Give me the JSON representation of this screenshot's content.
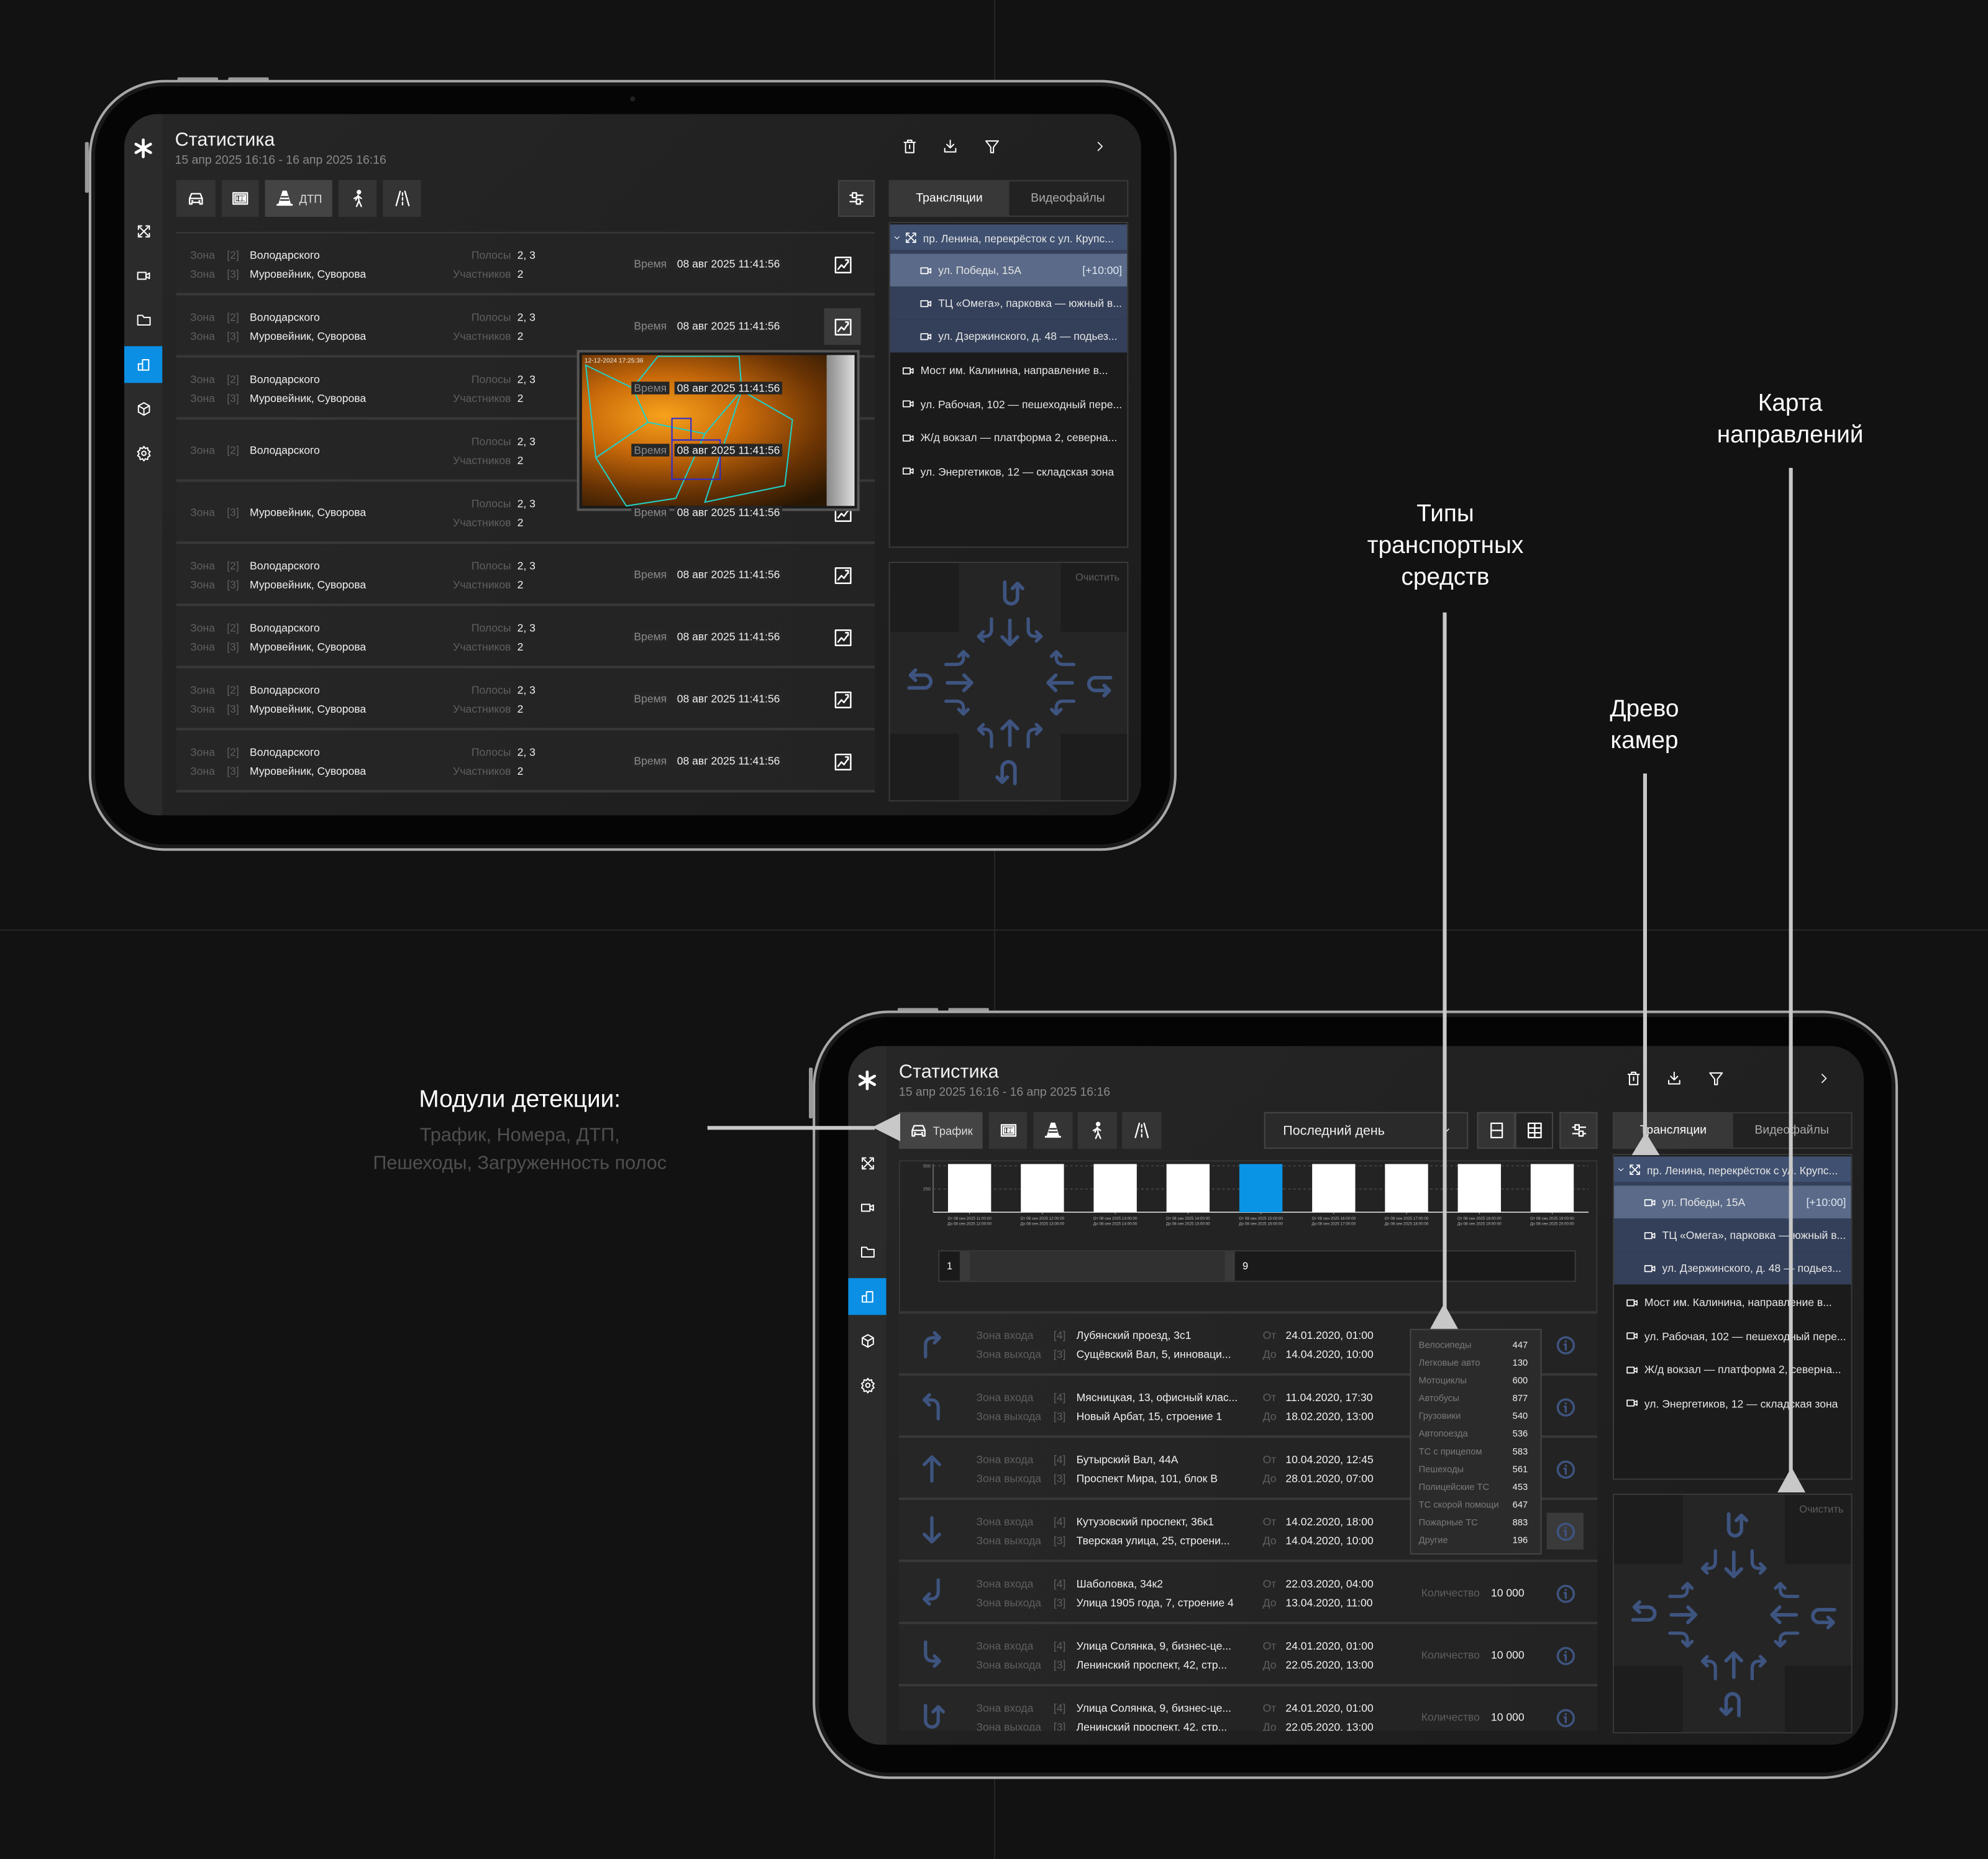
{
  "annotations": {
    "modules_title": "Модули детекции:",
    "modules_desc_1": "Трафик, Номера, ДТП,",
    "modules_desc_2": "Пешеходы, Загруженность полос",
    "vehicle_types": [
      "Типы",
      "транспортных",
      "средств"
    ],
    "camera_tree": [
      "Древо",
      "камер"
    ],
    "direction_map": [
      "Карта",
      "направлений"
    ]
  },
  "common": {
    "title": "Статистика",
    "date_range": "15 апр 2025 16:16 - 16 апр 2025 16:16",
    "tabs": [
      "Трансляции",
      "Видеофайлы"
    ],
    "clear": "Очистить",
    "tree": {
      "group": "пр. Ленина, перекрёсток с ул. Крупс...",
      "children": [
        {
          "label": "ул. Победы, 15А",
          "offset": "[+10:00]"
        },
        {
          "label": "ТЦ «Омега», парковка — южный в..."
        },
        {
          "label": "ул. Дзержинского, д. 48 — подьез..."
        }
      ],
      "items": [
        "Мост им. Калинина, направление в...",
        "ул. Рабочая, 102 — пешеходный пере...",
        "Ж/д вокзал — платформа 2, северна...",
        "ул. Энергетиков, 12 — складская зона"
      ]
    }
  },
  "top": {
    "module_active_label": "ДТП",
    "labels": {
      "zone": "Зона",
      "lanes": "Полосы",
      "participants": "Участников",
      "time": "Время"
    },
    "preview_timestamp": "12-12-2024 17:25:36",
    "rows": [
      {
        "zones": [
          {
            "idx": "[2]",
            "name": "Володарского"
          },
          {
            "idx": "[3]",
            "name": "Муровейник, Суворова"
          }
        ],
        "lanes": "2, 3",
        "participants": "2",
        "time": "08 авг 2025 11:41:56"
      },
      {
        "zones": [
          {
            "idx": "[2]",
            "name": "Володарского"
          },
          {
            "idx": "[3]",
            "name": "Муровейник, Суворова"
          }
        ],
        "lanes": "2, 3",
        "participants": "2",
        "time": "08 авг 2025 11:41:56"
      },
      {
        "zones": [
          {
            "idx": "[2]",
            "name": "Володарского"
          },
          {
            "idx": "[3]",
            "name": "Муровейник, Суворова"
          }
        ],
        "lanes": "2, 3",
        "participants": "2",
        "time": "08 авг 2025 11:41:56"
      },
      {
        "zones": [
          {
            "idx": "[2]",
            "name": "Володарского"
          }
        ],
        "lanes": "2, 3",
        "participants": "2",
        "time": "08 авг 2025 11:41:56"
      },
      {
        "zones": [
          {
            "idx": "[3]",
            "name": "Муровейник, Суворова"
          }
        ],
        "lanes": "2, 3",
        "participants": "2",
        "time": "08 авг 2025 11:41:56"
      },
      {
        "zones": [
          {
            "idx": "[2]",
            "name": "Володарского"
          },
          {
            "idx": "[3]",
            "name": "Муровейник, Суворова"
          }
        ],
        "lanes": "2, 3",
        "participants": "2",
        "time": "08 авг 2025 11:41:56"
      },
      {
        "zones": [
          {
            "idx": "[2]",
            "name": "Володарского"
          },
          {
            "idx": "[3]",
            "name": "Муровейник, Суворова"
          }
        ],
        "lanes": "2, 3",
        "participants": "2",
        "time": "08 авг 2025 11:41:56"
      },
      {
        "zones": [
          {
            "idx": "[2]",
            "name": "Володарского"
          },
          {
            "idx": "[3]",
            "name": "Муровейник, Суворова"
          }
        ],
        "lanes": "2, 3",
        "participants": "2",
        "time": "08 авг 2025 11:41:56"
      },
      {
        "zones": [
          {
            "idx": "[2]",
            "name": "Володарского"
          },
          {
            "idx": "[3]",
            "name": "Муровейник, Суворова"
          }
        ],
        "lanes": "2, 3",
        "participants": "2",
        "time": "08 авг 2025 11:41:56"
      }
    ]
  },
  "bottom": {
    "module_active_label": "Трафик",
    "period": "Последний день",
    "pagination": {
      "first": "1",
      "last": "9"
    },
    "labels": {
      "entry": "Зона входа",
      "exit": "Зона выхода",
      "from": "От",
      "to": "До",
      "count": "Количество"
    },
    "rows": [
      {
        "direction": "turn-right",
        "entry_idx": "[4]",
        "entry": "Лубянский проезд, 3с1",
        "exit_idx": "[3]",
        "exit": "Сущёвский Вал, 5, инноваци...",
        "from": "24.01.2020, 01:00",
        "to": "14.04.2020, 10:00"
      },
      {
        "direction": "turn-left",
        "entry_idx": "[4]",
        "entry": "Мясницкая, 13, офисный клас...",
        "exit_idx": "[3]",
        "exit": "Новый Арбат, 15, строение 1",
        "from": "11.04.2020, 17:30",
        "to": "18.02.2020, 13:00"
      },
      {
        "direction": "straight-up",
        "entry_idx": "[4]",
        "entry": "Бутырский Вал, 44А",
        "exit_idx": "[3]",
        "exit": "Проспект Мира, 101, блок В",
        "from": "10.04.2020, 12:45",
        "to": "28.01.2020, 07:00"
      },
      {
        "direction": "straight-down",
        "entry_idx": "[4]",
        "entry": "Кутузовский проспект, 36к1",
        "exit_idx": "[3]",
        "exit": "Тверская улица, 25, строени...",
        "from": "14.02.2020, 18:00",
        "to": "14.04.2020, 10:00"
      },
      {
        "direction": "hook-left",
        "entry_idx": "[4]",
        "entry": "Шаболовка, 34к2",
        "exit_idx": "[3]",
        "exit": "Улица 1905 года, 7, строение 4",
        "from": "22.03.2020, 04:00",
        "to": "13.04.2020, 11:00",
        "count": "10 000"
      },
      {
        "direction": "hook-right",
        "entry_idx": "[4]",
        "entry": "Улица Солянка, 9, бизнес-це...",
        "exit_idx": "[3]",
        "exit": "Ленинский проспект, 42, стр...",
        "from": "24.01.2020, 01:00",
        "to": "22.05.2020, 13:00",
        "count": "10 000"
      },
      {
        "direction": "u-turn",
        "entry_idx": "[4]",
        "entry": "Улица Солянка, 9, бизнес-це...",
        "exit_idx": "[3]",
        "exit": "Ленинский проспект, 42, стр...",
        "from": "24.01.2020, 01:00",
        "to": "22.05.2020, 13:00",
        "count": "10 000"
      }
    ],
    "vehicle_types": [
      {
        "name": "Велосипеды",
        "value": "447"
      },
      {
        "name": "Легковые авто",
        "value": "130"
      },
      {
        "name": "Мотоциклы",
        "value": "600"
      },
      {
        "name": "Автобусы",
        "value": "877"
      },
      {
        "name": "Грузовики",
        "value": "540"
      },
      {
        "name": "Автопоезда",
        "value": "536"
      },
      {
        "name": "ТС с прицепом",
        "value": "583"
      },
      {
        "name": "Пешеходы",
        "value": "561"
      },
      {
        "name": "Полицейские ТС",
        "value": "453"
      },
      {
        "name": "ТС скорой помощи",
        "value": "647"
      },
      {
        "name": "Пожарные ТС",
        "value": "883"
      },
      {
        "name": "Другие",
        "value": "196"
      }
    ]
  },
  "chart_data": {
    "type": "bar",
    "categories": [
      [
        "От 08 сен 2025 11:00:00",
        "До 08 сен 2025 12:00:00"
      ],
      [
        "От 08 сен 2025 12:00:00",
        "До 08 сен 2025 13:00:00"
      ],
      [
        "От 08 сен 2025 13:00:00",
        "До 08 сен 2025 14:00:00"
      ],
      [
        "От 08 сен 2025 14:00:00",
        "До 08 сен 2025 15:00:00"
      ],
      [
        "От 08 сен 2025 15:00:00",
        "До 08 сен 2025 16:00:00"
      ],
      [
        "От 08 сен 2025 16:00:00",
        "До 08 сен 2025 17:00:00"
      ],
      [
        "От 08 сен 2025 17:00:00",
        "До 08 сен 2025 18:00:00"
      ],
      [
        "От 08 сен 2025 18:00:00",
        "До 08 сен 2025 19:00:00"
      ],
      [
        "От 08 сен 2025 19:00:00",
        "До 08 сен 2025 20:00:00"
      ]
    ],
    "values": [
      520,
      520,
      520,
      520,
      520,
      520,
      520,
      520,
      520
    ],
    "highlighted_index": 4,
    "yticks": [
      "250",
      "500"
    ],
    "ytick_values": [
      250,
      500
    ],
    "ylim": [
      0,
      520
    ],
    "grid": true,
    "colors": {
      "bar": "#ffffff",
      "highlight": "#0a94e6"
    }
  },
  "colors": {
    "accent": "#0a8fe4",
    "direction": "#3e5480",
    "tree_group": "#3f5070",
    "tree_selected": "#5a6a88",
    "tree_child": "#34405a"
  }
}
